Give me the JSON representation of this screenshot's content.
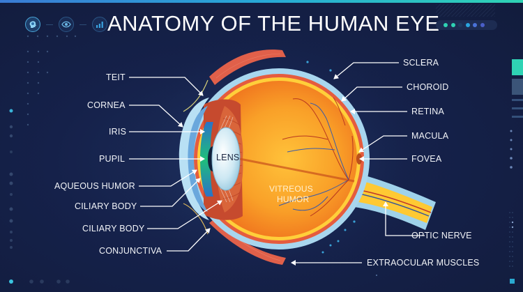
{
  "header": {
    "title": "ANATOMY OF THE HUMAN EYE",
    "icons": [
      "brain-head-icon",
      "eye-icon",
      "bar-chart-icon"
    ],
    "status_dots": [
      "#2fd3b4",
      "#2fd3b4",
      "#1f3a60",
      "#2aa6e0",
      "#4a72d8",
      "#4a5fc8"
    ]
  },
  "colors": {
    "background": "#141f3f",
    "accent_teal": "#2fd3b4",
    "accent_blue": "#27a9d6",
    "label_text": "#f2f4f8",
    "leader_line": "#ffffff"
  },
  "diagram": {
    "inner_labels": {
      "lens": "LENS",
      "vitreous_line1": "VITREOUS",
      "vitreous_line2": "HUMOR"
    },
    "left_labels": [
      "TEIT",
      "CORNEA",
      "IRIS",
      "PUPIL",
      "AQUEOUS HUMOR",
      "CILIARY BODY",
      "CILIARY BODY",
      "CONJUNCTIVA"
    ],
    "right_labels": [
      "SCLERA",
      "CHOROID",
      "RETINA",
      "MACULA",
      "FOVEA",
      "OPTIC NERVE",
      "EXTRAOCULAR MUSCLES"
    ]
  }
}
